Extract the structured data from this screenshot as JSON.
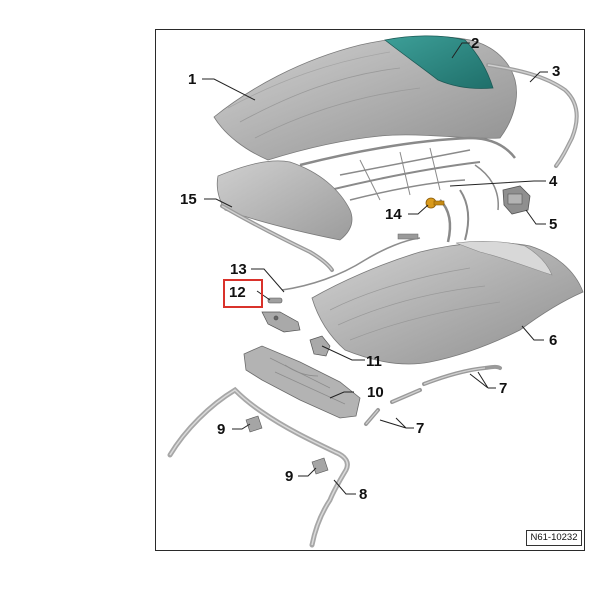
{
  "figure_id": "N61-10232",
  "highlighted_callout": "12",
  "colors": {
    "part_fill": "#b9b9b9",
    "part_dark": "#8e8e8e",
    "glass_tint": "#2f8c86",
    "screw": "#d99a1c",
    "highlight_box": "#d9322b",
    "frame": "#2a2a2a"
  },
  "callouts": [
    {
      "id": "1",
      "part": "outer-roof-cover"
    },
    {
      "id": "2",
      "part": "rear-window"
    },
    {
      "id": "3",
      "part": "side-seal-strip"
    },
    {
      "id": "4",
      "part": "roof-frame-linkage"
    },
    {
      "id": "5",
      "part": "hydraulic-bracket"
    },
    {
      "id": "6",
      "part": "headliner"
    },
    {
      "id": "7",
      "part": "trim-strip"
    },
    {
      "id": "8",
      "part": "a-pillar-trim"
    },
    {
      "id": "9",
      "part": "clip"
    },
    {
      "id": "10",
      "part": "front-roof-bow"
    },
    {
      "id": "11",
      "part": "latch-mechanism"
    },
    {
      "id": "12",
      "part": "clip"
    },
    {
      "id": "13",
      "part": "tension-cable"
    },
    {
      "id": "14",
      "part": "bolt"
    },
    {
      "id": "15",
      "part": "seal-strip"
    }
  ]
}
